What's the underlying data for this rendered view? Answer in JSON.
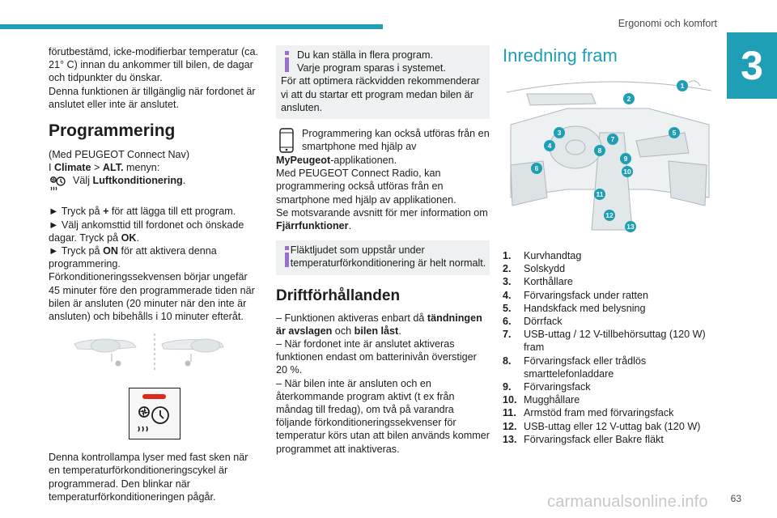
{
  "header": {
    "chapter_title": "Ergonomi och komfort",
    "chapter_number": "3",
    "accent_color": "#1f9fb5"
  },
  "col1": {
    "intro": "förutbestämd, icke-modifierbar temperatur (ca. 21° C) innan du ankommer till bilen, de dagar och tidpunkter du önskar.",
    "intro2": "Denna funktionen är tillgänglig när fordonet är anslutet eller inte är anslutet.",
    "heading": "Programmering",
    "nav_note": "(Med PEUGEOT Connect Nav)",
    "menu_prefix": "I ",
    "menu_climate": "Climate",
    "menu_sep": " > ",
    "menu_alt": "ALT.",
    "menu_suffix": " menyn:",
    "select_prefix": "Välj ",
    "select_bold": "Luftkonditionering",
    "select_suffix": ".",
    "step1_a": "► Tryck på ",
    "step1_b": "+",
    "step1_c": " för att lägga till ett program.",
    "step2_a": "► Välj ankomsttid till fordonet och önskade dagar. Tryck på ",
    "step2_b": "OK",
    "step2_c": ".",
    "step3_a": "► Tryck på ",
    "step3_b": "ON",
    "step3_c": " för att aktivera denna programmering.",
    "description": "Förkonditioneringssekvensen börjar ungefär 45 minuter före den programmerade tiden när bilen är ansluten (20 minuter när den inte är ansluten) och bibehålls i 10 minuter efteråt.",
    "lamp_text": "Denna kontrollampa lyser med fast sken när en temperaturförkonditioneringscykel är programmerad. Den blinkar när temperaturförkonditioneringen pågår."
  },
  "col2": {
    "info1_line1": "Du kan ställa in flera program.",
    "info1_line2": "Varje program sparas i systemet.",
    "info1_rest": "För att optimera räckvidden rekommenderar vi att du startar ett program medan bilen är ansluten.",
    "phone_line1": "Programmering kan också utföras från en smartphone med hjälp av ",
    "phone_bold": "MyPeugeot",
    "phone_line1_end": "-applikationen.",
    "phone_line2": "Med PEUGEOT Connect Radio, kan programmering också utföras från en smartphone med hjälp av applikationen.",
    "phone_line3_a": "Se motsvarande avsnitt för mer information om ",
    "phone_line3_b": "Fjärrfunktioner",
    "phone_line3_c": ".",
    "info2": "Fläktljudet som uppstår under temperaturförkonditionering är helt normalt.",
    "heading": "Driftförhållanden",
    "cond1_a": "– Funktionen aktiveras enbart då ",
    "cond1_b": "tändningen är avslagen",
    "cond1_c": " och ",
    "cond1_d": "bilen låst",
    "cond1_e": ".",
    "cond2": "– När fordonet inte är anslutet aktiveras funktionen endast om batterinivån överstiger 20 %.",
    "cond3": "– När bilen inte är ansluten och en återkommande program aktivt (t ex från måndag till fredag), om två på varandra följande förkonditioneringssekvenser för temperatur körs utan att bilen används kommer programmet att inaktiveras."
  },
  "col3": {
    "heading": "Inredning fram",
    "callouts": [
      "1",
      "2",
      "3",
      "4",
      "5",
      "6",
      "7",
      "8",
      "9",
      "10",
      "11",
      "12",
      "13"
    ],
    "items": [
      {
        "num": "1.",
        "label": "Kurvhandtag"
      },
      {
        "num": "2.",
        "label": "Solskydd"
      },
      {
        "num": "3.",
        "label": "Korthållare"
      },
      {
        "num": "4.",
        "label": "Förvaringsfack under ratten"
      },
      {
        "num": "5.",
        "label": "Handskfack med belysning"
      },
      {
        "num": "6.",
        "label": "Dörrfack"
      },
      {
        "num": "7.",
        "label": "USB-uttag / 12 V-tillbehörsuttag (120 W) fram"
      },
      {
        "num": "8.",
        "label": "Förvaringsfack eller trådlös smarttelefonladdare"
      },
      {
        "num": "9.",
        "label": "Förvaringsfack"
      },
      {
        "num": "10.",
        "label": "Mugghållare"
      },
      {
        "num": "11.",
        "label": "Armstöd fram med förvaringsfack"
      },
      {
        "num": "12.",
        "label": "USB-uttag eller 12 V-uttag bak (120 W)"
      },
      {
        "num": "13.",
        "label": "Förvaringsfack eller Bakre fläkt"
      }
    ]
  },
  "footer": {
    "page_number": "63",
    "watermark": "carmanualsonline.info"
  }
}
